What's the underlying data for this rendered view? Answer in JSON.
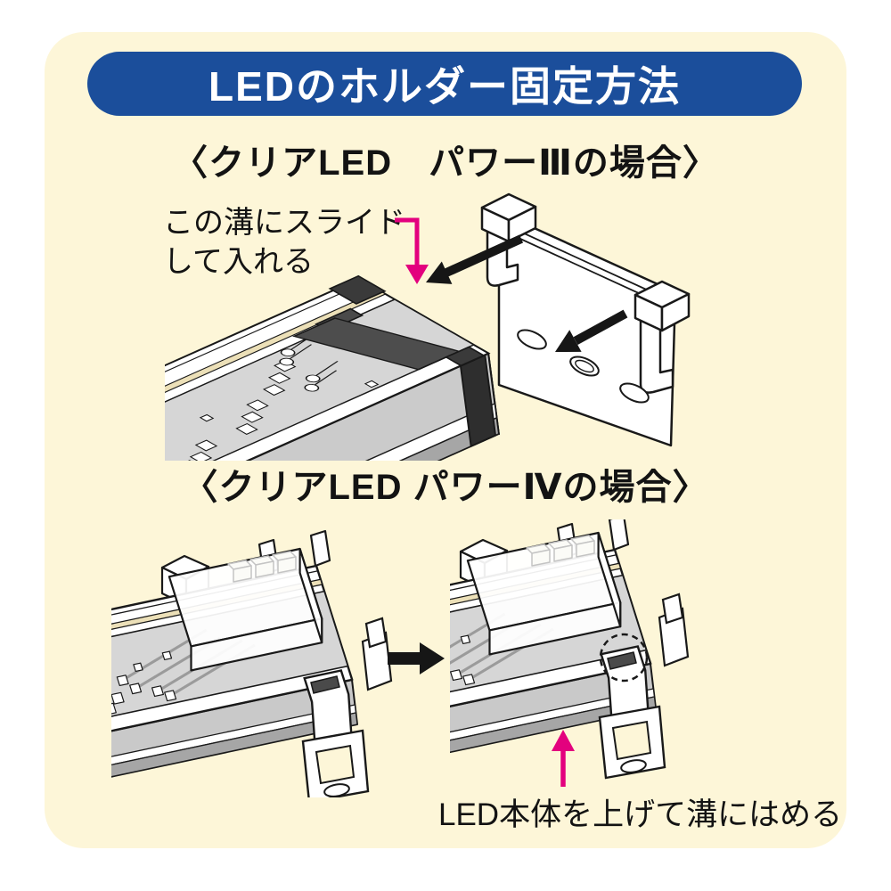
{
  "header": {
    "title": "LEDのホルダー固定方法"
  },
  "sections": {
    "power3": {
      "heading": "〈クリアLED　パワーⅢの場合〉",
      "annotation_line1": "この溝にスライド",
      "annotation_line2": "して入れる"
    },
    "power4": {
      "heading": "〈クリアLED パワーⅣの場合〉",
      "caption": "LED本体を上げて溝にはめる"
    }
  },
  "colors": {
    "page_bg": "#ffffff",
    "panel_bg": "#fdf6d8",
    "header_bg": "#1b4e9b",
    "header_text": "#ffffff",
    "text": "#131313",
    "magenta_accent": "#e3017e",
    "arrow_black": "#161616",
    "pcb_gray": "#d6d6d6",
    "groove_dark": "#454545"
  },
  "icons": {
    "groove_pointer": "magenta-down-arrow",
    "slide_direction": "black-diagonal-arrows",
    "step_transition": "black-right-arrow",
    "lift_direction": "magenta-up-arrow",
    "engagement_highlight": "dashed-circle"
  }
}
